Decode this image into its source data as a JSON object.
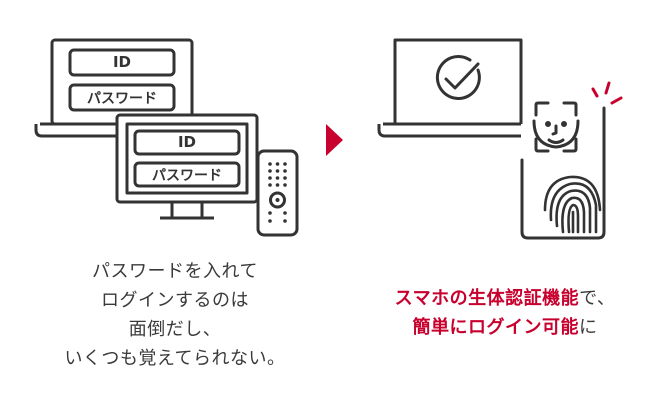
{
  "login_panel_back": {
    "id_label": "ID",
    "password_label": "パスワード"
  },
  "login_panel_front": {
    "id_label": "ID",
    "password_label": "パスワード"
  },
  "caption_left": {
    "lines": [
      "パスワードを入れて",
      "ログインするのは",
      "面倒だし、",
      "いくつも覚えてられない。"
    ]
  },
  "caption_right": {
    "line1_highlight": "スマホの生体認証機能",
    "line1_plain": "で、",
    "line2_h1": "簡単に",
    "line2_h2": "ログイン",
    "line2_h3": "可能",
    "line2_plain": "に"
  },
  "colors": {
    "accent": "#c8002e",
    "line": "#333333",
    "text": "#3a3a3a"
  },
  "icons": [
    "laptop-icon",
    "monitor-icon",
    "remote-control-icon",
    "arrow-right-icon",
    "checkmark-circle-icon",
    "face-scan-icon",
    "smartphone-icon",
    "fingerprint-icon"
  ]
}
